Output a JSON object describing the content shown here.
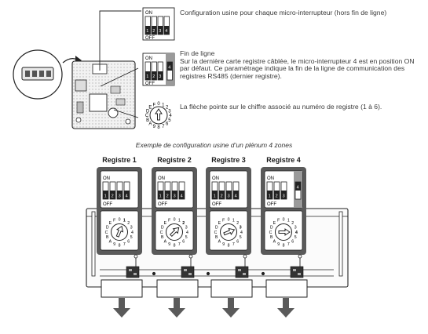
{
  "top": {
    "factory": {
      "text": "Configuration usine pour chaque micro-interrupteur (hors fin de ligne)",
      "on": "ON",
      "off": "OFF",
      "nums": [
        "1",
        "2",
        "3",
        "4"
      ]
    },
    "end_of_line": {
      "title": "Fin de ligne",
      "text": "Sur la dernière carte registre câblée, le micro-interrupteur 4 est en position ON par défaut. Ce paramétrage indique la fin de la ligne de communication des registres RS485 (dernier registre).",
      "on": "ON",
      "off": "OFF",
      "nums": [
        "1",
        "2",
        "3",
        "4"
      ]
    },
    "dial": {
      "text": "La flèche pointe sur le chiffre associé au numéro de registre (1 à 6).",
      "digits": [
        "0",
        "1",
        "2",
        "3",
        "4",
        "5",
        "6",
        "7",
        "8",
        "9",
        "A",
        "B",
        "C",
        "D",
        "E",
        "F"
      ]
    }
  },
  "caption": "Exemple de configuration usine d’un plénum 4 zones",
  "registers": [
    {
      "title": "Registre 1",
      "on": "ON",
      "off": "OFF",
      "nums": [
        "1",
        "2",
        "3",
        "4"
      ],
      "highlight": "1",
      "switch4_on": false
    },
    {
      "title": "Registre 2",
      "on": "ON",
      "off": "OFF",
      "nums": [
        "1",
        "2",
        "3",
        "4"
      ],
      "highlight": "2",
      "switch4_on": false
    },
    {
      "title": "Registre 3",
      "on": "ON",
      "off": "OFF",
      "nums": [
        "1",
        "2",
        "3",
        "4"
      ],
      "highlight": "3",
      "switch4_on": false
    },
    {
      "title": "Registre 4",
      "on": "ON",
      "off": "OFF",
      "nums": [
        "1",
        "2",
        "3",
        "4"
      ],
      "highlight": "4",
      "switch4_on": true
    }
  ],
  "dial_digits_small": [
    "0",
    "1",
    "2",
    "3",
    "4",
    "5",
    "6",
    "7",
    "8",
    "9",
    "A",
    "B",
    "C",
    "D",
    "E",
    "F"
  ],
  "colors": {
    "line": "#1a1a1a",
    "panel": "#555555",
    "highlight": "#9a9a9a",
    "arrow": "#5a5a5a"
  }
}
